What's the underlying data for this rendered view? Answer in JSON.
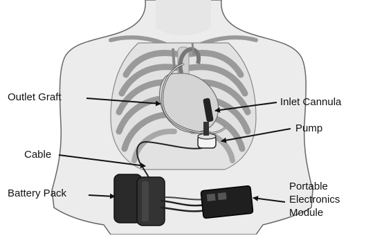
{
  "labels": {
    "outlet_graft": "Outlet Graft",
    "inlet_cannula": "Inlet Cannula",
    "pump": "Pump",
    "cable": "Cable",
    "battery_pack": "Battery Pack",
    "module_line1": "Portable",
    "module_line2": "Electronics",
    "module_line3": "Module"
  },
  "colors": {
    "skin_fill": "#ededed",
    "outline": "#666666",
    "rib": "#9a9a9a",
    "rib_light": "#cfcfcf",
    "heart": "#d8d8d8",
    "device_dark": "#222222",
    "label_text": "#111111"
  }
}
